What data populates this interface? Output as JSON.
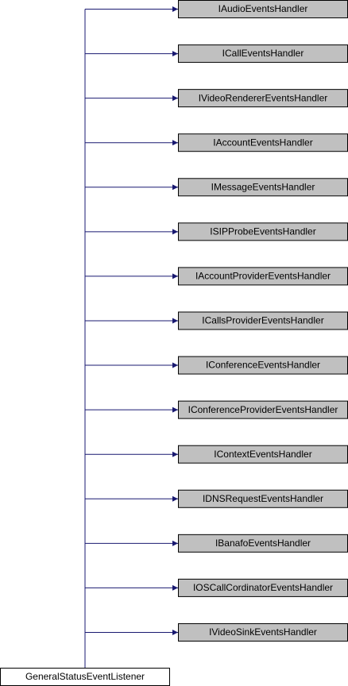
{
  "diagram": {
    "type": "inheritance-graph",
    "child": {
      "label": "GeneralStatusEventListener"
    },
    "parents": [
      {
        "label": "IAudioEventsHandler"
      },
      {
        "label": "ICallEventsHandler"
      },
      {
        "label": "IVideoRendererEventsHandler"
      },
      {
        "label": "IAccountEventsHandler"
      },
      {
        "label": "IMessageEventsHandler"
      },
      {
        "label": "ISIPProbeEventsHandler"
      },
      {
        "label": "IAccountProviderEventsHandler"
      },
      {
        "label": "ICallsProviderEventsHandler"
      },
      {
        "label": "IConferenceEventsHandler"
      },
      {
        "label": "IConferenceProviderEventsHandler"
      },
      {
        "label": "IContextEventsHandler"
      },
      {
        "label": "IDNSRequestEventsHandler"
      },
      {
        "label": "IBanafoEventsHandler"
      },
      {
        "label": "IOSCallCordinatorEventsHandler"
      },
      {
        "label": "IVideoSinkEventsHandler"
      }
    ],
    "colors": {
      "parent_fill": "#c0c0c0",
      "child_fill": "#ffffff",
      "box_stroke": "#000000",
      "edge": "#191970"
    }
  }
}
